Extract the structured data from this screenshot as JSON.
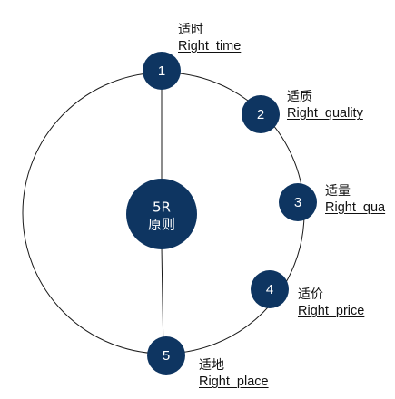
{
  "diagram": {
    "center": {
      "line1": "5R",
      "line2": "原则"
    },
    "nodes": [
      {
        "number": "1",
        "cn": "适时",
        "en": "Right_time"
      },
      {
        "number": "2",
        "cn": "适质",
        "en": "Right_quality"
      },
      {
        "number": "3",
        "cn": "适量",
        "en": "Right_qua"
      },
      {
        "number": "4",
        "cn": "适价",
        "en": "Right_price"
      },
      {
        "number": "5",
        "cn": "适地",
        "en": "Right_place"
      }
    ],
    "colors": {
      "node_fill": "#0e3561",
      "ring_stroke": "#1a1a1a",
      "spoke_stroke": "#1a1a1a"
    }
  }
}
